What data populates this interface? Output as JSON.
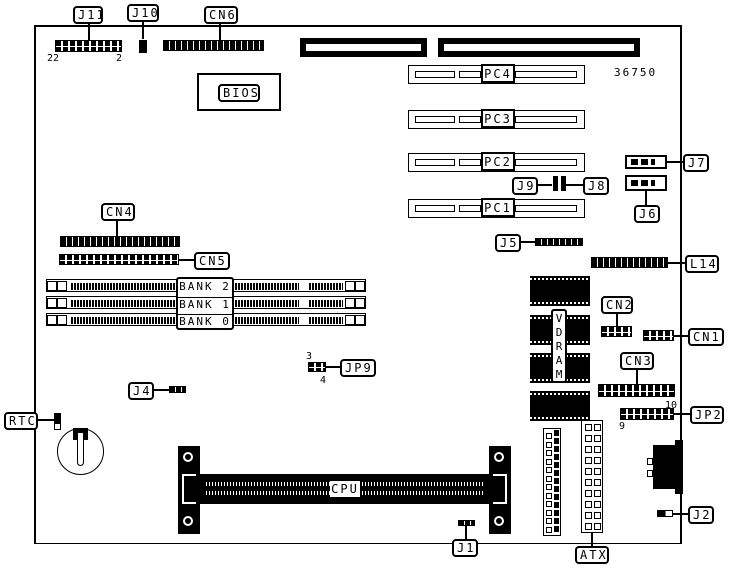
{
  "diagram": {
    "title_code": "36750",
    "board_type": "motherboard-layout",
    "labels": {
      "j11": "J11",
      "j10": "J10",
      "cn6": "CN6",
      "bios": "BIOS",
      "pc4": "PC4",
      "pc3": "PC3",
      "pc2": "PC2",
      "pc1": "PC1",
      "j7": "J7",
      "j6": "J6",
      "j9": "J9",
      "j8": "J8",
      "cn4": "CN4",
      "cn5": "CN5",
      "j5": "J5",
      "l14": "L14",
      "bank2": "BANK 2",
      "bank1": "BANK 1",
      "bank0": "BANK 0",
      "cn2": "CN2",
      "cn1": "CN1",
      "vdram": "VDRAM",
      "cn3": "CN3",
      "jp2": "JP2",
      "jp9": "JP9",
      "j4": "J4",
      "rtc": "RTC",
      "cpu": "CPU",
      "j1": "J1",
      "atx": "ATX",
      "j2": "J2"
    },
    "pin_numbers": {
      "j11_left": "22",
      "j11_right": "2",
      "jp9_top": "3",
      "jp9_bottom": "4",
      "jp2_top": "10",
      "jp2_bottom": "9"
    }
  }
}
